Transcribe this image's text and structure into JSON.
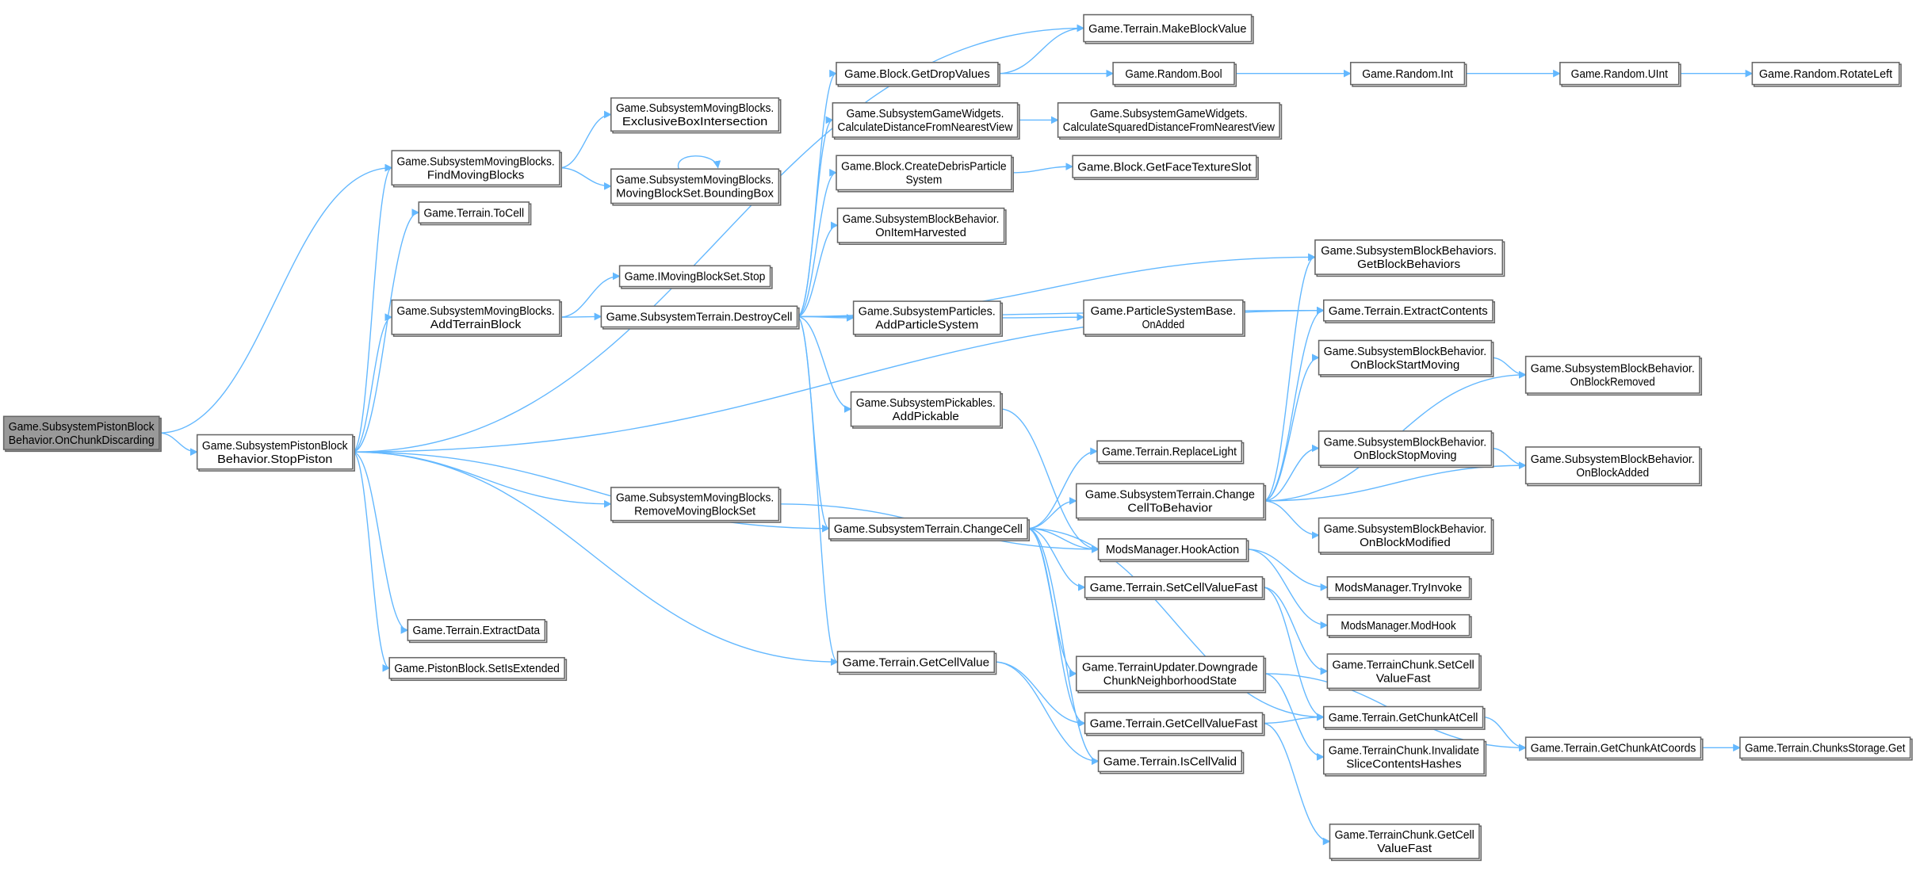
{
  "title": "Call graph of Game.SubsystemPistonBlockBehavior.OnChunkDiscarding",
  "colors": {
    "edge": "#63b8ff",
    "node_border": "#666666",
    "root_fill": "#999999",
    "node_fill": "#ffffff"
  },
  "nodes": [
    {
      "id": "root",
      "lines": [
        "Game.SubsystemPistonBlock",
        "Behavior.OnChunkDiscarding"
      ],
      "root": true
    },
    {
      "id": "stopPiston",
      "lines": [
        "Game.SubsystemPistonBlock",
        "Behavior.StopPiston"
      ]
    },
    {
      "id": "findMoving",
      "lines": [
        "Game.SubsystemMovingBlocks.",
        "FindMovingBlocks"
      ]
    },
    {
      "id": "toCell",
      "lines": [
        "Game.Terrain.ToCell"
      ]
    },
    {
      "id": "addTerrainBlock",
      "lines": [
        "Game.SubsystemMovingBlocks.",
        "AddTerrainBlock"
      ]
    },
    {
      "id": "extractData",
      "lines": [
        "Game.Terrain.ExtractData"
      ]
    },
    {
      "id": "setIsExtended",
      "lines": [
        "Game.PistonBlock.SetIsExtended"
      ]
    },
    {
      "id": "exclusiveBox",
      "lines": [
        "Game.SubsystemMovingBlocks.",
        "ExclusiveBoxIntersection"
      ]
    },
    {
      "id": "boundingBox",
      "lines": [
        "Game.SubsystemMovingBlocks.",
        "MovingBlockSet.BoundingBox"
      ]
    },
    {
      "id": "imbsStop",
      "lines": [
        "Game.IMovingBlockSet.Stop"
      ]
    },
    {
      "id": "destroyCell",
      "lines": [
        "Game.SubsystemTerrain.DestroyCell"
      ]
    },
    {
      "id": "removeMbs",
      "lines": [
        "Game.SubsystemMovingBlocks.",
        "RemoveMovingBlockSet"
      ]
    },
    {
      "id": "changeCell",
      "lines": [
        "Game.SubsystemTerrain.ChangeCell"
      ]
    },
    {
      "id": "getCellValue",
      "lines": [
        "Game.Terrain.GetCellValue"
      ]
    },
    {
      "id": "makeBlockValue",
      "lines": [
        "Game.Terrain.MakeBlockValue"
      ]
    },
    {
      "id": "getDropValues",
      "lines": [
        "Game.Block.GetDropValues"
      ]
    },
    {
      "id": "calcDist",
      "lines": [
        "Game.SubsystemGameWidgets.",
        "CalculateDistanceFromNearestView"
      ]
    },
    {
      "id": "createDebris",
      "lines": [
        "Game.Block.CreateDebrisParticle",
        "System"
      ]
    },
    {
      "id": "onItemHarvested",
      "lines": [
        "Game.SubsystemBlockBehavior.",
        "OnItemHarvested"
      ]
    },
    {
      "id": "addParticleSystem",
      "lines": [
        "Game.SubsystemParticles.",
        "AddParticleSystem"
      ]
    },
    {
      "id": "addPickable",
      "lines": [
        "Game.SubsystemPickables.",
        "AddPickable"
      ]
    },
    {
      "id": "replaceLight",
      "lines": [
        "Game.Terrain.ReplaceLight"
      ]
    },
    {
      "id": "changeCellToBehavior",
      "lines": [
        "Game.SubsystemTerrain.Change",
        "CellToBehavior"
      ]
    },
    {
      "id": "hookAction",
      "lines": [
        "ModsManager.HookAction"
      ]
    },
    {
      "id": "setCellValueFast",
      "lines": [
        "Game.Terrain.SetCellValueFast"
      ]
    },
    {
      "id": "downgrade",
      "lines": [
        "Game.TerrainUpdater.Downgrade",
        "ChunkNeighborhoodState"
      ]
    },
    {
      "id": "getCellValueFast",
      "lines": [
        "Game.Terrain.GetCellValueFast"
      ]
    },
    {
      "id": "isCellValid",
      "lines": [
        "Game.Terrain.IsCellValid"
      ]
    },
    {
      "id": "randomBool",
      "lines": [
        "Game.Random.Bool"
      ]
    },
    {
      "id": "calcSqDist",
      "lines": [
        "Game.SubsystemGameWidgets.",
        "CalculateSquaredDistanceFromNearestView"
      ]
    },
    {
      "id": "getFaceTextureSlot",
      "lines": [
        "Game.Block.GetFaceTextureSlot"
      ]
    },
    {
      "id": "psOnAdded",
      "lines": [
        "Game.ParticleSystemBase.",
        "OnAdded"
      ]
    },
    {
      "id": "randomInt",
      "lines": [
        "Game.Random.Int"
      ]
    },
    {
      "id": "randomUInt",
      "lines": [
        "Game.Random.UInt"
      ]
    },
    {
      "id": "rotateLeft",
      "lines": [
        "Game.Random.RotateLeft"
      ]
    },
    {
      "id": "getBlockBehaviors",
      "lines": [
        "Game.SubsystemBlockBehaviors.",
        "GetBlockBehaviors"
      ]
    },
    {
      "id": "extractContents",
      "lines": [
        "Game.Terrain.ExtractContents"
      ]
    },
    {
      "id": "onBlockStartMoving",
      "lines": [
        "Game.SubsystemBlockBehavior.",
        "OnBlockStartMoving"
      ]
    },
    {
      "id": "onBlockRemoved",
      "lines": [
        "Game.SubsystemBlockBehavior.",
        "OnBlockRemoved"
      ]
    },
    {
      "id": "onBlockStopMoving",
      "lines": [
        "Game.SubsystemBlockBehavior.",
        "OnBlockStopMoving"
      ]
    },
    {
      "id": "onBlockAdded",
      "lines": [
        "Game.SubsystemBlockBehavior.",
        "OnBlockAdded"
      ]
    },
    {
      "id": "onBlockModified",
      "lines": [
        "Game.SubsystemBlockBehavior.",
        "OnBlockModified"
      ]
    },
    {
      "id": "tryInvoke",
      "lines": [
        "ModsManager.TryInvoke"
      ]
    },
    {
      "id": "modHook",
      "lines": [
        "ModsManager.ModHook"
      ]
    },
    {
      "id": "chunkSetCellValueFast",
      "lines": [
        "Game.TerrainChunk.SetCell",
        "ValueFast"
      ]
    },
    {
      "id": "getChunkAtCell",
      "lines": [
        "Game.Terrain.GetChunkAtCell"
      ]
    },
    {
      "id": "invalidateSlice",
      "lines": [
        "Game.TerrainChunk.Invalidate",
        "SliceContentsHashes"
      ]
    },
    {
      "id": "getChunkAtCoords",
      "lines": [
        "Game.Terrain.GetChunkAtCoords"
      ]
    },
    {
      "id": "chunksStorageGet",
      "lines": [
        "Game.Terrain.ChunksStorage.Get"
      ]
    },
    {
      "id": "chunkGetCellValueFast",
      "lines": [
        "Game.TerrainChunk.GetCell",
        "ValueFast"
      ]
    }
  ],
  "edges": [
    [
      "root",
      "stopPiston"
    ],
    [
      "root",
      "findMoving"
    ],
    [
      "stopPiston",
      "findMoving"
    ],
    [
      "stopPiston",
      "toCell"
    ],
    [
      "stopPiston",
      "addTerrainBlock"
    ],
    [
      "stopPiston",
      "extractData"
    ],
    [
      "stopPiston",
      "setIsExtended"
    ],
    [
      "stopPiston",
      "removeMbs"
    ],
    [
      "stopPiston",
      "changeCell"
    ],
    [
      "stopPiston",
      "getCellValue"
    ],
    [
      "stopPiston",
      "makeBlockValue"
    ],
    [
      "stopPiston",
      "extractContents"
    ],
    [
      "findMoving",
      "exclusiveBox"
    ],
    [
      "findMoving",
      "boundingBox"
    ],
    [
      "boundingBox",
      "boundingBox"
    ],
    [
      "addTerrainBlock",
      "imbsStop"
    ],
    [
      "addTerrainBlock",
      "destroyCell"
    ],
    [
      "destroyCell",
      "getDropValues"
    ],
    [
      "destroyCell",
      "calcDist"
    ],
    [
      "destroyCell",
      "createDebris"
    ],
    [
      "destroyCell",
      "onItemHarvested"
    ],
    [
      "destroyCell",
      "getBlockBehaviors"
    ],
    [
      "destroyCell",
      "addParticleSystem"
    ],
    [
      "destroyCell",
      "extractContents"
    ],
    [
      "destroyCell",
      "addPickable"
    ],
    [
      "destroyCell",
      "changeCell"
    ],
    [
      "destroyCell",
      "getCellValue"
    ],
    [
      "removeMbs",
      "hookAction"
    ],
    [
      "getDropValues",
      "makeBlockValue"
    ],
    [
      "getDropValues",
      "randomBool"
    ],
    [
      "calcDist",
      "calcSqDist"
    ],
    [
      "createDebris",
      "getFaceTextureSlot"
    ],
    [
      "addParticleSystem",
      "psOnAdded"
    ],
    [
      "addPickable",
      "hookAction"
    ],
    [
      "changeCell",
      "replaceLight"
    ],
    [
      "changeCell",
      "changeCellToBehavior"
    ],
    [
      "changeCell",
      "hookAction"
    ],
    [
      "changeCell",
      "setCellValueFast"
    ],
    [
      "changeCell",
      "downgrade"
    ],
    [
      "changeCell",
      "getCellValueFast"
    ],
    [
      "changeCell",
      "isCellValid"
    ],
    [
      "changeCell",
      "getChunkAtCell"
    ],
    [
      "getCellValue",
      "getCellValueFast"
    ],
    [
      "getCellValue",
      "isCellValid"
    ],
    [
      "randomBool",
      "randomInt"
    ],
    [
      "randomInt",
      "randomUInt"
    ],
    [
      "randomUInt",
      "rotateLeft"
    ],
    [
      "changeCellToBehavior",
      "getBlockBehaviors"
    ],
    [
      "changeCellToBehavior",
      "extractContents"
    ],
    [
      "changeCellToBehavior",
      "onBlockStartMoving"
    ],
    [
      "changeCellToBehavior",
      "onBlockRemoved"
    ],
    [
      "changeCellToBehavior",
      "onBlockStopMoving"
    ],
    [
      "changeCellToBehavior",
      "onBlockAdded"
    ],
    [
      "changeCellToBehavior",
      "onBlockModified"
    ],
    [
      "onBlockStartMoving",
      "onBlockRemoved"
    ],
    [
      "onBlockStopMoving",
      "onBlockAdded"
    ],
    [
      "hookAction",
      "tryInvoke"
    ],
    [
      "hookAction",
      "modHook"
    ],
    [
      "setCellValueFast",
      "chunkSetCellValueFast"
    ],
    [
      "setCellValueFast",
      "getChunkAtCell"
    ],
    [
      "downgrade",
      "invalidateSlice"
    ],
    [
      "downgrade",
      "getChunkAtCoords"
    ],
    [
      "getCellValueFast",
      "getChunkAtCell"
    ],
    [
      "getCellValueFast",
      "chunkGetCellValueFast"
    ],
    [
      "getChunkAtCell",
      "getChunkAtCoords"
    ],
    [
      "getChunkAtCoords",
      "chunksStorageGet"
    ]
  ]
}
